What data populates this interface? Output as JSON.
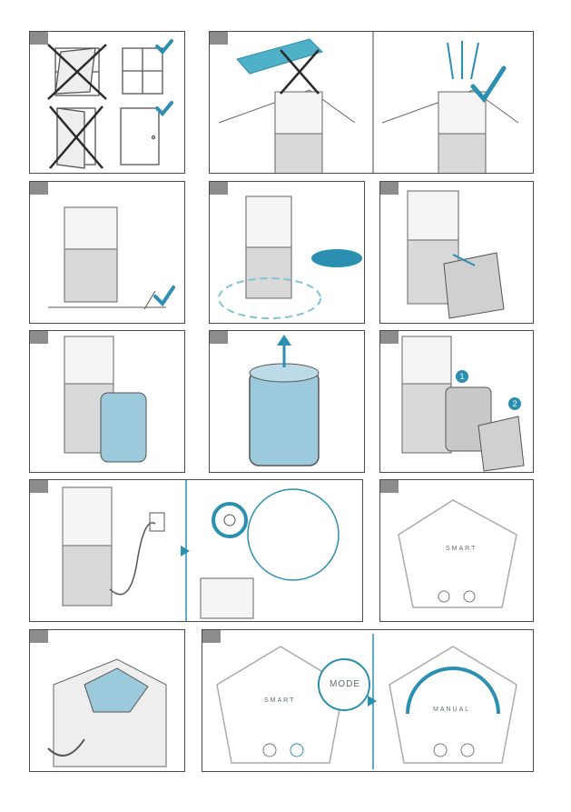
{
  "ui_text": {
    "smart": "SMART",
    "mode": "MODE",
    "manual": "MANUAL"
  },
  "markers": {
    "step_one": "1",
    "step_two": "2"
  },
  "colors": {
    "accent": "#1f8fa8",
    "accent_light": "#7fc4d6",
    "filter_blue": "#9cc9db",
    "panel_border": "#4a4a4a",
    "tag_grey": "#8c8c8c",
    "device_grey": "#d9d9d9",
    "check": "#2a8fb0"
  },
  "icons": [
    "cross-icon",
    "check-icon",
    "arrow-icon",
    "power-icon",
    "play-icon"
  ]
}
